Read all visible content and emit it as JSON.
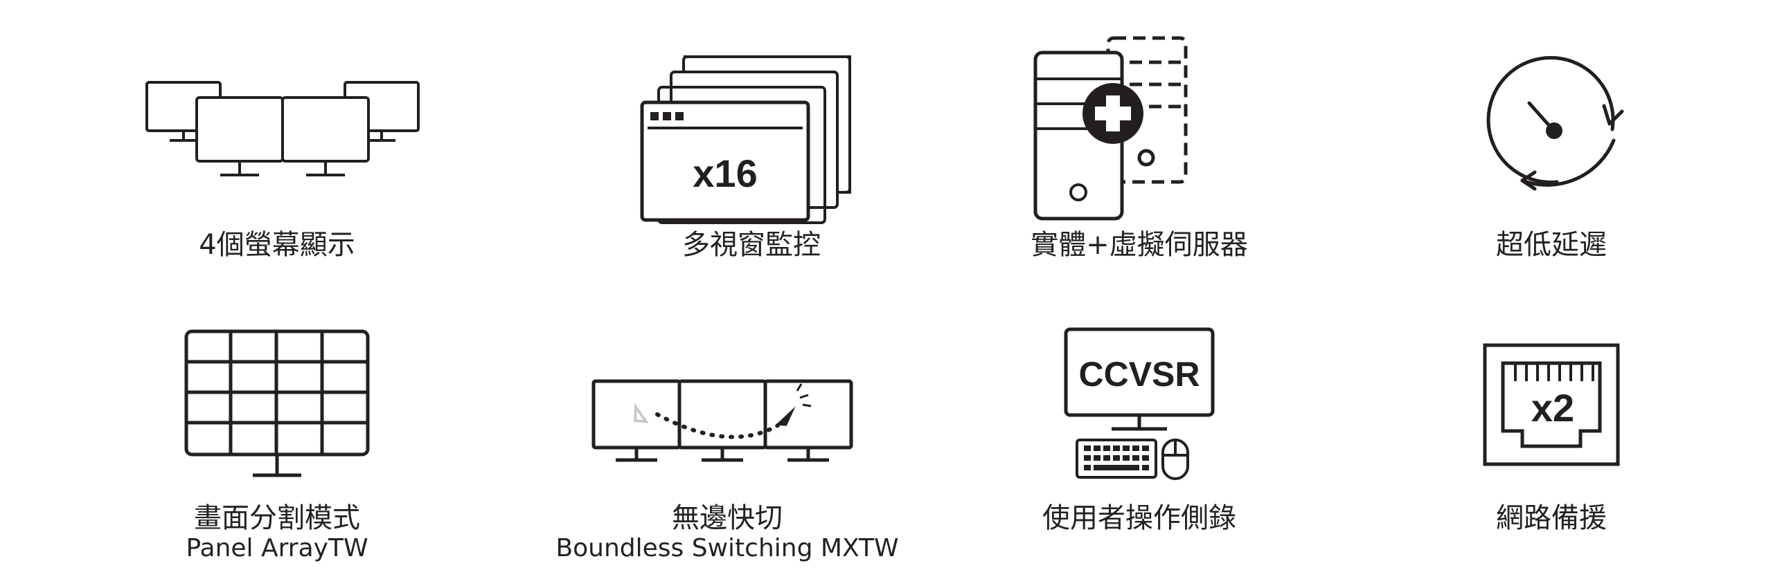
{
  "colors": {
    "ink": "#231f20",
    "muted": "#c8c8c8",
    "background": "#ffffff"
  },
  "features": [
    {
      "icon": "four-monitors-icon",
      "label": "4個螢幕顯示"
    },
    {
      "icon": "stacked-windows-x16-icon",
      "label": "多視窗監控",
      "icon_text": "x16"
    },
    {
      "icon": "physical-virtual-server-icon",
      "label": "實體+虛擬伺服器"
    },
    {
      "icon": "low-latency-gauge-icon",
      "label": "超低延遲"
    },
    {
      "icon": "panel-array-grid-icon",
      "label": "畫面分割模式",
      "sublabel": "Panel ArrayTW"
    },
    {
      "icon": "boundless-switching-icon",
      "label": "無邊快切",
      "sublabel": "Boundless Switching MXTW"
    },
    {
      "icon": "ccvsr-computer-icon",
      "label": "使用者操作側錄",
      "icon_text": "CCVSR"
    },
    {
      "icon": "network-port-x2-icon",
      "label": "網路備援",
      "icon_text": "x2"
    }
  ]
}
